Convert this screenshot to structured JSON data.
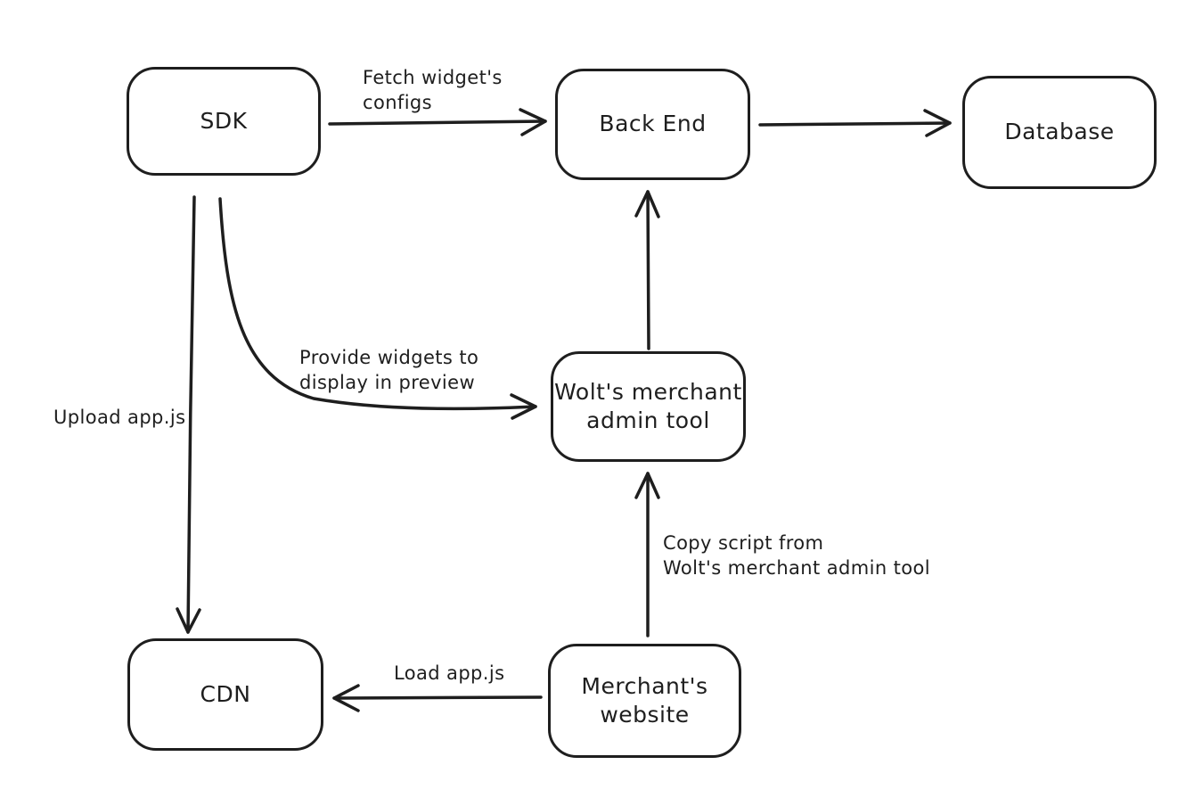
{
  "diagram": {
    "background_color": "#ffffff",
    "stroke_color": "#1e1e1e",
    "nodes": [
      {
        "id": "sdk",
        "label": "SDK"
      },
      {
        "id": "back-end",
        "label": "Back End"
      },
      {
        "id": "database",
        "label": "Database"
      },
      {
        "id": "wolts-merchant-admin-tool",
        "label": "Wolt's merchant\nadmin tool"
      },
      {
        "id": "cdn",
        "label": "CDN"
      },
      {
        "id": "merchants-website",
        "label": "Merchant's\nwebsite"
      }
    ],
    "edges": [
      {
        "from": "sdk",
        "to": "back-end",
        "label": "Fetch widget's\nconfigs"
      },
      {
        "from": "back-end",
        "to": "database",
        "label": ""
      },
      {
        "from": "wolts-merchant-admin-tool",
        "to": "back-end",
        "label": ""
      },
      {
        "from": "sdk",
        "to": "cdn",
        "label": "Upload app.js"
      },
      {
        "from": "sdk",
        "to": "wolts-merchant-admin-tool",
        "label": "Provide widgets to\ndisplay in preview"
      },
      {
        "from": "merchants-website",
        "to": "wolts-merchant-admin-tool",
        "label": "Copy script from\nWolt's merchant admin tool"
      },
      {
        "from": "merchants-website",
        "to": "cdn",
        "label": "Load app.js"
      }
    ]
  }
}
